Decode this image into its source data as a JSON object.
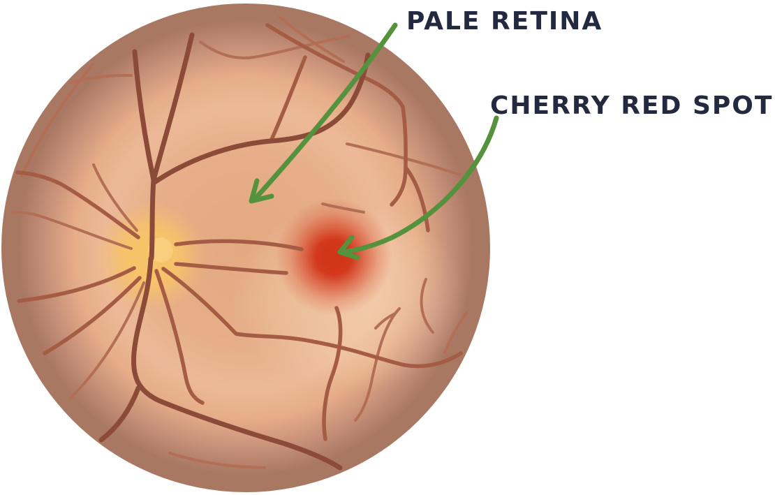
{
  "labels": {
    "pale_retina": "PALE RETINA",
    "cherry_red_spot": "CHERRY RED SPOT"
  },
  "annotations": [
    {
      "id": "pale-retina",
      "label": "PALE RETINA"
    },
    {
      "id": "cherry-red-spot",
      "label": "CHERRY RED SPOT"
    }
  ],
  "colors": {
    "background": "#FFFFFF",
    "retina_center": "#E3A981",
    "retina_mid": "#E6AE89",
    "retina_light_ring": "#ECB998",
    "retina_dusk": "#C89179",
    "retina_rim": "#A97863",
    "vessel_dark": "#8C4A38",
    "vessel_mid": "#A55C44",
    "vessel_light": "#B36F56",
    "optic_disc": "#F7C369",
    "optic_disc_light": "#FBD78E",
    "cherry_red": "#D23418",
    "arrow_green": "#55923E",
    "label_text": "#232A40"
  }
}
